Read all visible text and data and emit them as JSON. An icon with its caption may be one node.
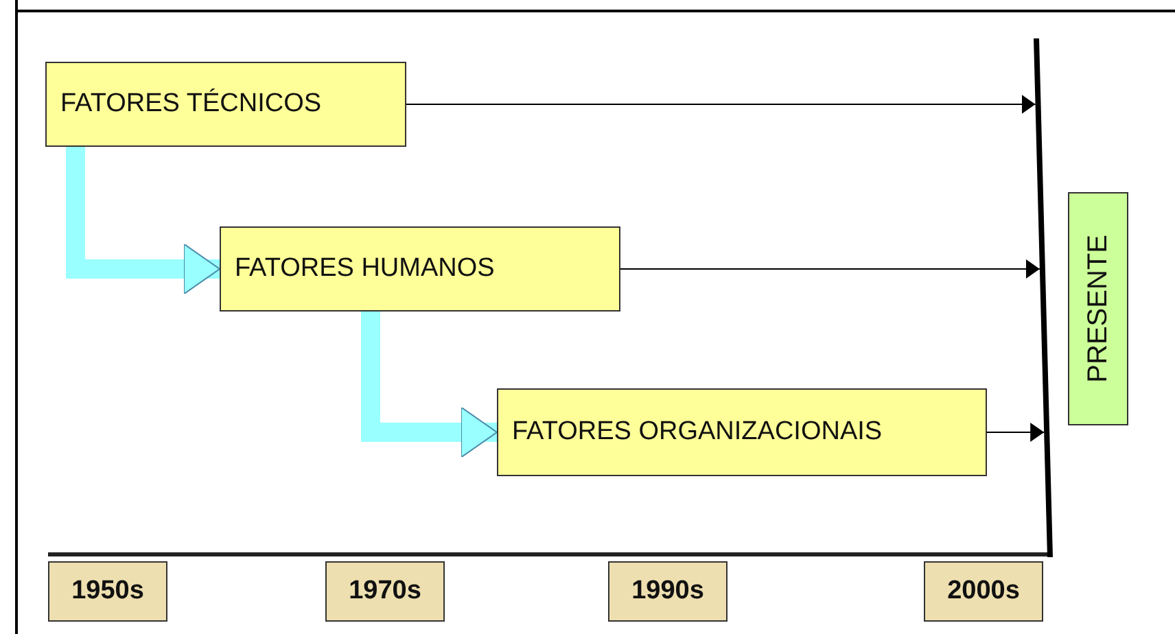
{
  "diagram": {
    "nodes": [
      {
        "text": [
          "FATORES TÉCNICOS"
        ]
      },
      {
        "text": [
          "FATORES HUMANOS"
        ]
      },
      {
        "text": [
          "FATORES ORGANIZACIONAIS"
        ]
      },
      {
        "text": [],
        "shape": "bar"
      },
      {
        "text": [
          "PRESENTE"
        ]
      },
      {
        "text": [
          "1950s"
        ]
      },
      {
        "text": [
          "1970s"
        ]
      },
      {
        "text": [
          "1990s"
        ]
      },
      {
        "text": [
          "2000s"
        ]
      }
    ],
    "edges": [
      {
        "from": 0,
        "to": 3,
        "arrow": "to"
      },
      {
        "from": 0,
        "to": 1,
        "arrow": "to",
        "style": "thick",
        "color": "#99ffff"
      },
      {
        "from": 1,
        "to": 3,
        "arrow": "to"
      },
      {
        "from": 1,
        "to": 2,
        "arrow": "to",
        "style": "thick",
        "color": "#99ffff"
      },
      {
        "from": 2,
        "to": 3,
        "arrow": "to"
      }
    ]
  }
}
